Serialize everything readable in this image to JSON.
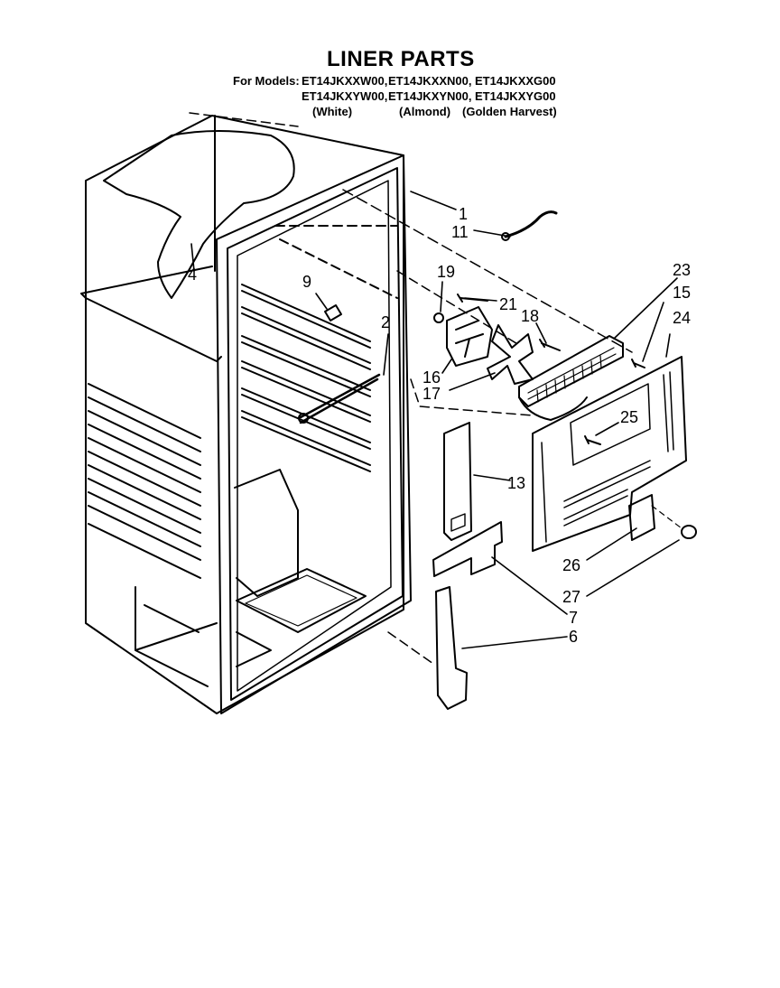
{
  "title": "LINER PARTS",
  "models": {
    "label": "For Models:",
    "row1": [
      "ET14JKXXW00,",
      "ET14JKXXN00,",
      "ET14JKXXG00"
    ],
    "row2": [
      "ET14JKXYW00,",
      "ET14JKXYN00,",
      "ET14JKXYG00"
    ],
    "colors": [
      "(White)",
      "(Almond)",
      "(Golden Harvest)"
    ]
  },
  "callouts": [
    "1",
    "11",
    "4",
    "9",
    "2",
    "19",
    "21",
    "18",
    "23",
    "15",
    "24",
    "16",
    "17",
    "25",
    "13",
    "26",
    "27",
    "7",
    "6"
  ]
}
